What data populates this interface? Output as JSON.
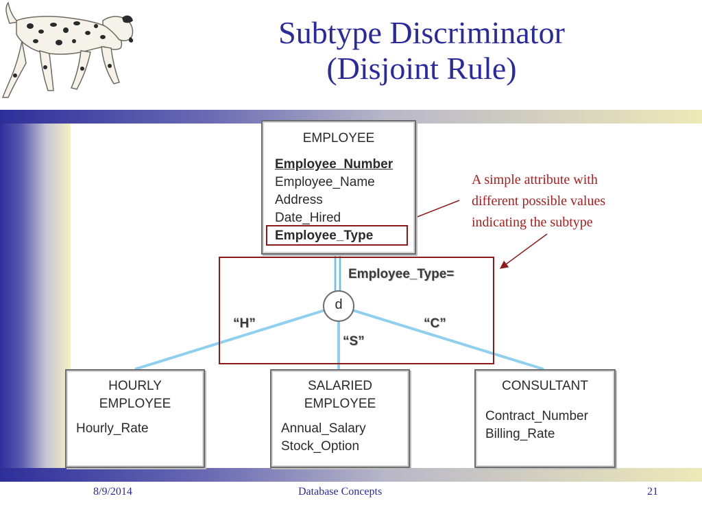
{
  "slide": {
    "title_line1": "Subtype Discriminator",
    "title_line2": "(Disjoint Rule)"
  },
  "supertype": {
    "name": "EMPLOYEE",
    "attributes": [
      {
        "text": "Employee_Number",
        "style": "identifier"
      },
      {
        "text": "Employee_Name",
        "style": "normal"
      },
      {
        "text": "Address",
        "style": "normal"
      },
      {
        "text": "Date_Hired",
        "style": "normal"
      },
      {
        "text": "Employee_Type",
        "style": "discriminator"
      }
    ]
  },
  "discriminator": {
    "expression": "Employee_Type=",
    "symbol": "d",
    "values": [
      "“H”",
      "“S”",
      "“C”"
    ]
  },
  "subtypes": [
    {
      "name_line1": "HOURLY",
      "name_line2": "EMPLOYEE",
      "attributes": [
        "Hourly_Rate"
      ]
    },
    {
      "name_line1": "SALARIED",
      "name_line2": "EMPLOYEE",
      "attributes": [
        "Annual_Salary",
        "Stock_Option"
      ]
    },
    {
      "name_line1": "CONSULTANT",
      "name_line2": "",
      "attributes": [
        "Contract_Number",
        "Billing_Rate"
      ]
    }
  ],
  "callout": {
    "line1": "A simple attribute with",
    "line2": "different possible values",
    "line3": "indicating the subtype"
  },
  "footer": {
    "date": "8/9/2014",
    "center": "Database Concepts",
    "page": "21"
  },
  "colors": {
    "title": "#2a2a9c",
    "callout": "#aa1d1d",
    "highlight_box": "#8b1a1a",
    "connector": "#8fd0ee",
    "entity_border": "#6c6c6c"
  },
  "logo": {
    "icon": "dalmatian-dog-icon"
  }
}
